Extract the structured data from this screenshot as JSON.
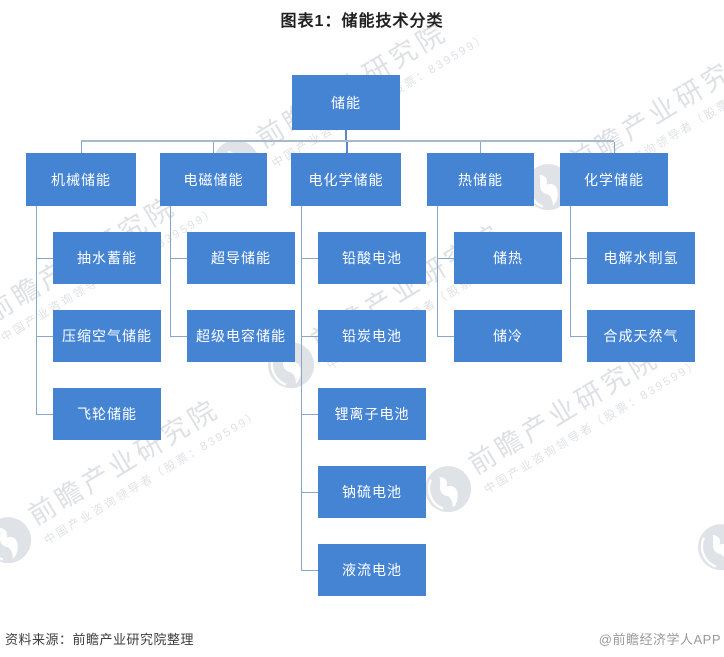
{
  "title": "图表1：储能技术分类",
  "tree": {
    "root": "储能",
    "branches": [
      {
        "label": "机械储能",
        "children": [
          "抽水蓄能",
          "压缩空气储能",
          "飞轮储能"
        ]
      },
      {
        "label": "电磁储能",
        "children": [
          "超导储能",
          "超级电容储能"
        ]
      },
      {
        "label": "电化学储能",
        "children": [
          "铅酸电池",
          "铅炭电池",
          "锂离子电池",
          "钠硫电池",
          "液流电池"
        ]
      },
      {
        "label": "热储能",
        "children": [
          "储热",
          "储冷"
        ]
      },
      {
        "label": "化学储能",
        "children": [
          "电解水制氢",
          "合成天然气"
        ]
      }
    ]
  },
  "watermark": {
    "text": "前瞻产业研究院",
    "subtext": "中国产业咨询领导者（股票：839599）",
    "logo": "qianzhan-logo-icon"
  },
  "footer": {
    "source": "资料来源：前瞻产业研究院整理",
    "credit": "@前瞻经济学人APP"
  },
  "colors": {
    "box_fill": "#4484d3",
    "box_text": "#ffffff",
    "top_bar_line": "#a6b9cd",
    "tree_line": "#8ba6c7",
    "root_stub_line": "#5d86c3",
    "title_text": "#1f1f1f",
    "source_text": "#3d3d3d",
    "credit_text": "#9a9a9a"
  }
}
